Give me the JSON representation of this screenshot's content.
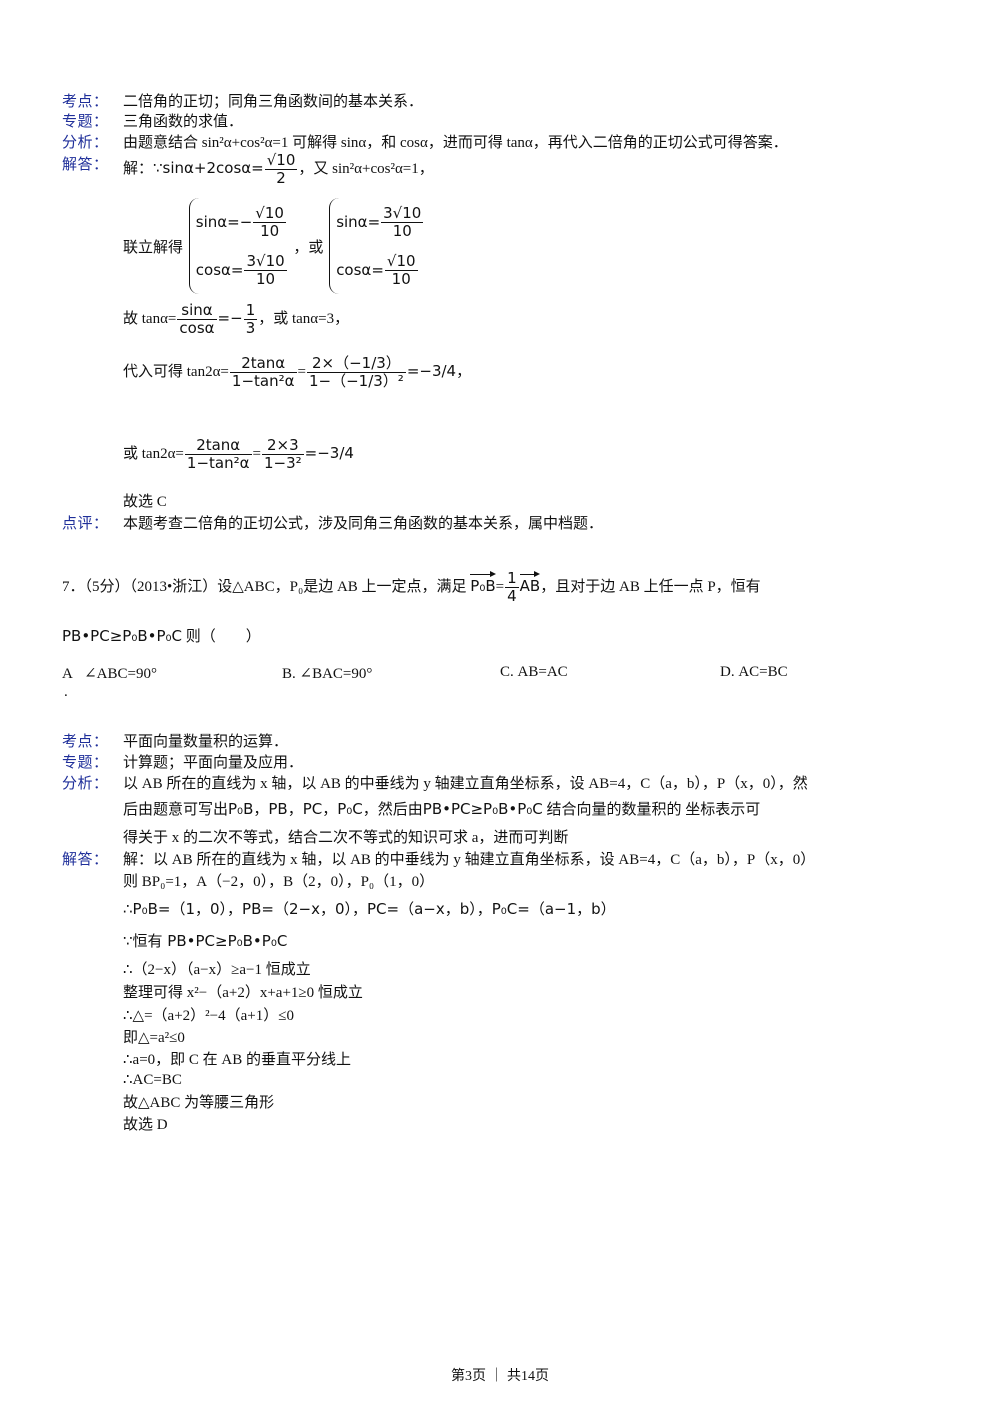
{
  "labels": {
    "kaodian": "考点：",
    "zhuanti": "专题：",
    "fenxi": "分析：",
    "jieda": "解答：",
    "dianping": "点评："
  },
  "q6": {
    "kaodian": "二倍角的正切；同角三角函数间的基本关系．",
    "zhuanti": "三角函数的求值．",
    "fenxi": "由题意结合 sin²α+cos²α=1 可解得 sinα，和 cosα，进而可得 tanα，再代入二倍角的正切公式可得答案．",
    "jie_intro": "解：∵sinα+2cosα=",
    "jie_frac_num": "√10",
    "jie_frac_den": "2",
    "jie_you": "，又 sin²α+cos²α=1，",
    "lianli": "联立解得",
    "sys1_sin": "sinα=−",
    "sys1_sin_num": "√10",
    "sys1_sin_den": "10",
    "sys1_cos": "cosα=",
    "sys1_cos_num": "3√10",
    "sys1_cos_den": "10",
    "huo": "，或",
    "sys2_sin": "sinα=",
    "sys2_sin_num": "3√10",
    "sys2_sin_den": "10",
    "sys2_cos": "cosα=",
    "sys2_cos_num": "√10",
    "sys2_cos_den": "10",
    "gu_tan": "故 tanα=",
    "gu_frac_num": "sinα",
    "gu_frac_den": "cosα",
    "gu_eq": "=−",
    "gu_val_num": "1",
    "gu_val_den": "3",
    "gu_or": "，或 tanα=3，",
    "daiyu": "代入可得 tan2α=",
    "f1_num": "2tanα",
    "f1_den": "1−tan²α",
    "f2_num": "2×（−1/3）",
    "f2_den": "1−（−1/3）²",
    "res1": "=−3/4，",
    "huo_tan": "或 tan2α=",
    "f3_num": "2tanα",
    "f3_den": "1−tan²α",
    "f4_num": "2×3",
    "f4_den": "1−3²",
    "res2": "=−3/4",
    "guxuan": "故选 C",
    "dianping": "本题考查二倍角的正切公式，涉及同角三角函数的基本关系，属中档题．"
  },
  "q7": {
    "stem_a": "7．（5分）（2013•浙江）设△ABC，P₀是边 AB 上一定点，满足",
    "stem_vec": "P₀B",
    "stem_eq": "=",
    "stem_frac_num": "1",
    "stem_frac_den": "4",
    "stem_ab": "AB",
    "stem_b": "，且对于边 AB 上任一点 P，恒有",
    "cond": "PB•PC≥P₀B•P₀C",
    "cond_tail": "则（　　）",
    "options": [
      {
        "letter": "A",
        "text": "∠ABC=90°"
      },
      {
        "letter": "B.",
        "text": "∠BAC=90°"
      },
      {
        "letter": "C.",
        "text": "AB=AC"
      },
      {
        "letter": "D.",
        "text": "AC=BC"
      }
    ],
    "dot": ".",
    "kaodian": "平面向量数量积的运算．",
    "zhuanti": "计算题；平面向量及应用．",
    "fenxi_1": "以 AB 所在的直线为 x 轴，以 AB 的中垂线为 y 轴建立直角坐标系，设 AB=4，C（a，b），P（x，0），然",
    "fenxi_2a": "后由题意可写出",
    "fenxi_2b": "P₀B，PB，PC，P₀C",
    "fenxi_2c": "，然后由",
    "fenxi_2d": "PB•PC≥P₀B•P₀C",
    "fenxi_2e": "结合向量的数量积的 坐标表示可",
    "fenxi_3": "得关于 x 的二次不等式，结合二次不等式的知识可求 a，进而可判断",
    "jie_1": "解：以 AB 所在的直线为 x 轴，以 AB 的中垂线为 y 轴建立直角坐标系，设 AB=4，C（a，b），P（x，0）",
    "jie_2": "则 BP₀=1，A（−2，0），B（2，0），P₀（1，0）",
    "jie_3": "∴P₀B=（1，0），PB=（2−x，0），PC=（a−x，b），P₀C=（a−1，b）",
    "jie_4": "∵恒有 PB•PC≥P₀B•P₀C",
    "jie_5": "∴（2−x）（a−x）≥a−1 恒成立",
    "jie_6": "整理可得 x²−（a+2）x+a+1≥0 恒成立",
    "jie_7": "∴△=（a+2）²−4（a+1）≤0",
    "jie_8": "即△=a²≤0",
    "jie_9": "∴a=0，即 C 在 AB 的垂直平分线上",
    "jie_10": "∴AC=BC",
    "jie_11": "故△ABC 为等腰三角形",
    "jie_12": "故选 D"
  },
  "footer": "第3页 ｜ 共14页"
}
